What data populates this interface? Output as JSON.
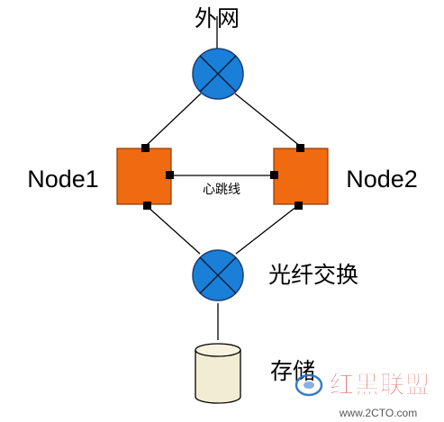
{
  "diagram": {
    "nodes": {
      "internet": {
        "label": "外网"
      },
      "node1": {
        "label": "Node1"
      },
      "node2": {
        "label": "Node2"
      },
      "fc_switch": {
        "label": "光纤交换"
      },
      "storage": {
        "label": "存储"
      }
    },
    "links": {
      "heartbeat": {
        "label": "心跳线"
      }
    },
    "colors": {
      "switch_fill": "#1a7fd6",
      "node_fill": "#f06a10",
      "storage_fill": "#f2ecd2",
      "line": "#000000",
      "watermark_red": "#c81414"
    }
  },
  "watermark": {
    "brand": "红黑联盟",
    "site": "www.2CTO.com"
  }
}
